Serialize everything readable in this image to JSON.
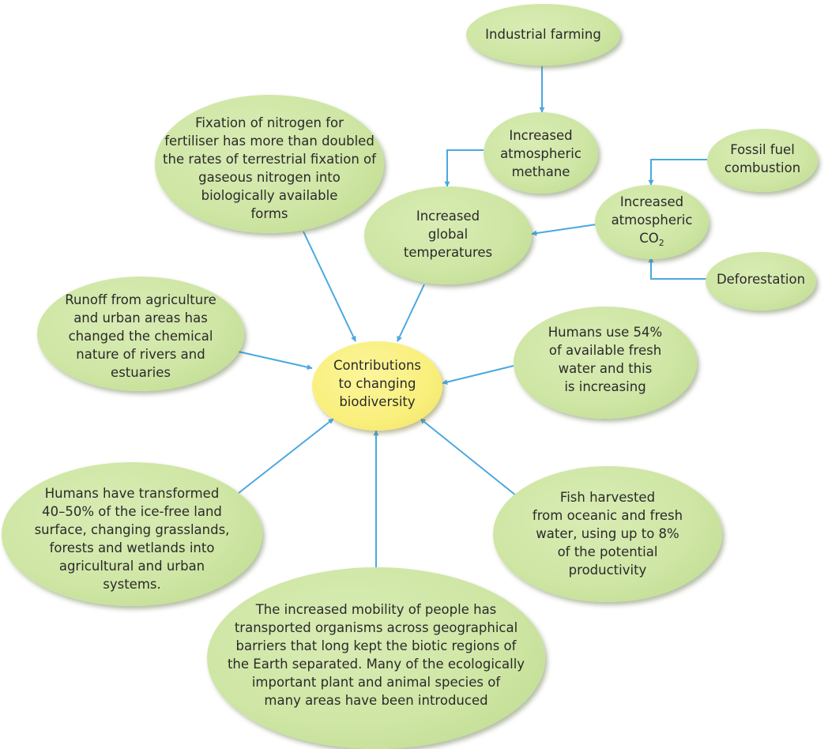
{
  "diagram": {
    "colors": {
      "ellipse_fill": "#cfe6a5",
      "center_fill": "#f9ef7c",
      "arrow": "#4aa8e0",
      "text": "#2a2a2a"
    },
    "nodes": {
      "center": "Contributions\nto changing\nbiodiversity",
      "industrial_farming": "Industrial farming",
      "methane": "Increased\natmospheric\nmethane",
      "fossil_fuel": "Fossil fuel\ncombustion",
      "co2_prefix": "Increased\natmospheric\nCO",
      "co2_sub": "2",
      "deforestation": "Deforestation",
      "global_temperatures": "Increased\nglobal\ntemperatures",
      "nitrogen": "Fixation of nitrogen for\nfertiliser has more than doubled\nthe rates of terrestrial fixation of\ngaseous nitrogen into\nbiologically available\nforms",
      "runoff": "Runoff from agriculture\nand urban areas has\nchanged the chemical\nnature of rivers and\nestuaries",
      "fresh_water": "Humans use 54%\nof available fresh\nwater and this\nis increasing",
      "land_transformed": "Humans have transformed\n40–50% of the ice-free land\nsurface, changing grasslands,\nforests and wetlands into\nagricultural and urban\nsystems.",
      "fish": "Fish harvested\nfrom oceanic and fresh\nwater, using up to 8%\nof the potential\nproductivity",
      "mobility": "The increased mobility of people has\ntransported organisms across geographical\nbarriers that long kept the biotic regions of\nthe Earth separated. Many of the ecologically\nimportant plant and animal species of\nmany areas have been introduced"
    }
  }
}
